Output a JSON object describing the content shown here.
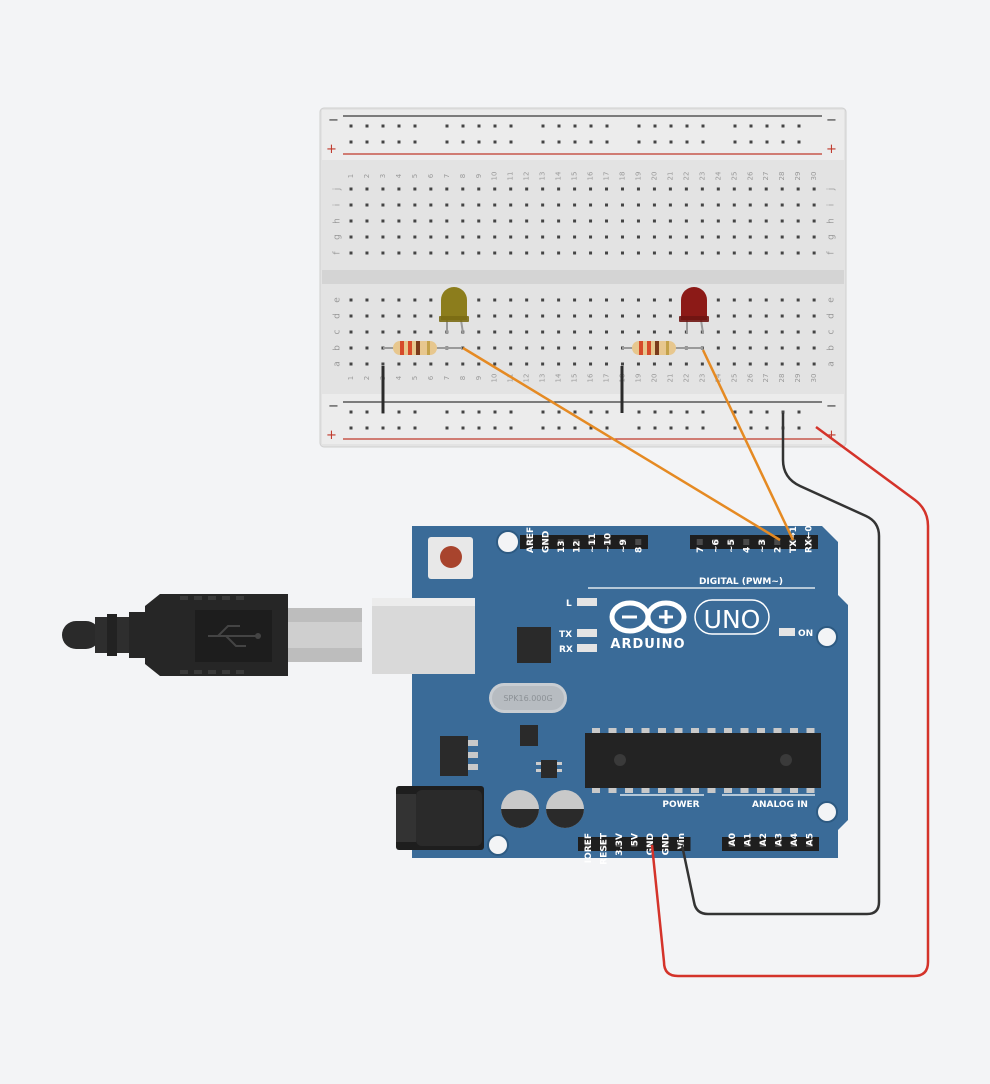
{
  "breadboard": {
    "rail_minus": "−",
    "rail_plus": "+",
    "column_numbers": [
      "1",
      "2",
      "3",
      "4",
      "5",
      "6",
      "7",
      "8",
      "9",
      "10",
      "11",
      "12",
      "13",
      "14",
      "15",
      "16",
      "17",
      "18",
      "19",
      "20",
      "21",
      "22",
      "23",
      "24",
      "25",
      "26",
      "27",
      "28",
      "29",
      "30"
    ],
    "rows_top": [
      "j",
      "i",
      "h",
      "g",
      "f"
    ],
    "rows_bottom": [
      "e",
      "d",
      "c",
      "b",
      "a"
    ]
  },
  "components": {
    "led_left_color": "#8c7d1c",
    "led_right_color": "#8c1a17"
  },
  "arduino": {
    "brand": "ARDUINO",
    "model": "UNO",
    "digital_header_label": "DIGITAL (PWM~)",
    "power_label": "POWER",
    "analog_label": "ANALOG IN",
    "on_label": "ON",
    "l_label": "L",
    "tx_label": "TX",
    "rx_label": "RX",
    "crystal_label": "SPK16.000G",
    "top_pins_left": [
      "AREF",
      "GND",
      "13",
      "12",
      "~11",
      "~10",
      "~9",
      "8"
    ],
    "top_pins_right": [
      "7",
      "~6",
      "~5",
      "4",
      "~3",
      "2",
      "TX→1",
      "RX←0"
    ],
    "power_pins": [
      "IOREF",
      "RESET",
      "3.3V",
      "5V",
      "GND",
      "GND",
      "Vin"
    ],
    "analog_pins": [
      "A0",
      "A1",
      "A2",
      "A3",
      "A4",
      "A5"
    ]
  },
  "wires": {
    "signal_color": "#e58a23",
    "ground_color": "#333333",
    "power_color": "#d4332a"
  }
}
